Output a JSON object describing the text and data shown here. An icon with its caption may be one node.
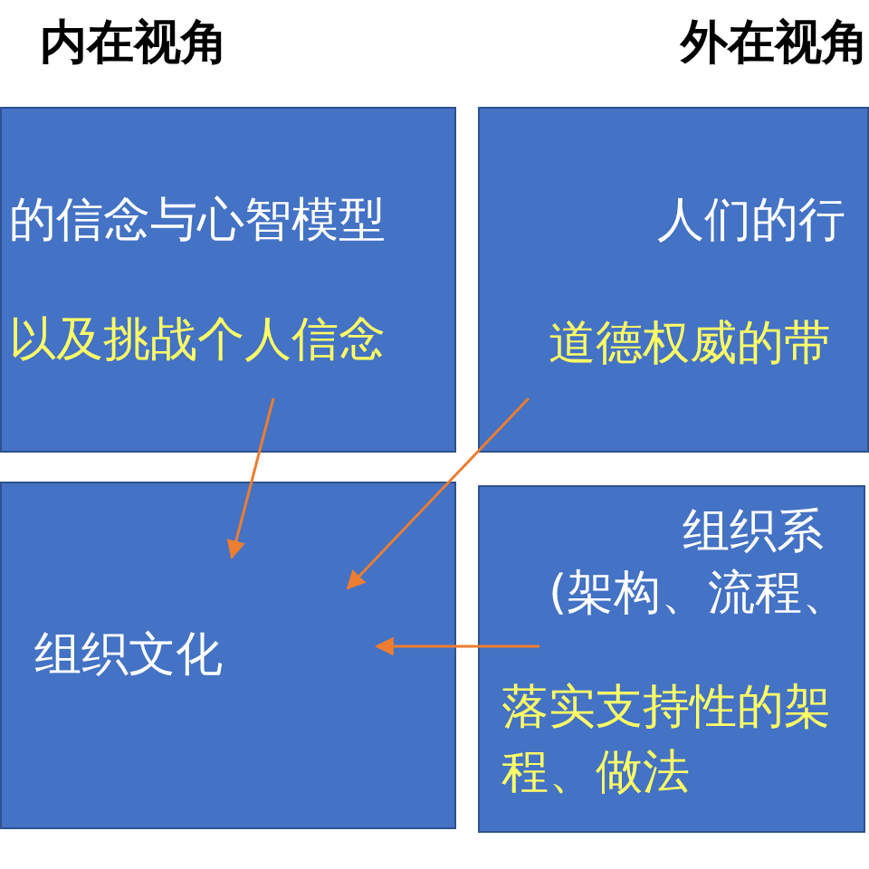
{
  "diagram": {
    "nodes": [
      {
        "text": [
          "的信念与心智模型",
          "以及挑战个人信念"
        ]
      },
      {
        "text": [
          "人们的行",
          "道德权威的带"
        ]
      },
      {
        "text": [
          "组织文化"
        ]
      },
      {
        "text": [
          "组织系",
          "(架构、流程、",
          "落实支持性的架程、做法"
        ]
      }
    ],
    "edges": [
      {
        "from": 0,
        "to": 2,
        "arrow": "to"
      },
      {
        "from": 1,
        "to": 2,
        "arrow": "to"
      },
      {
        "from": 3,
        "to": 2,
        "arrow": "to"
      }
    ],
    "labels": [
      "内在视角",
      "外在视角"
    ]
  }
}
